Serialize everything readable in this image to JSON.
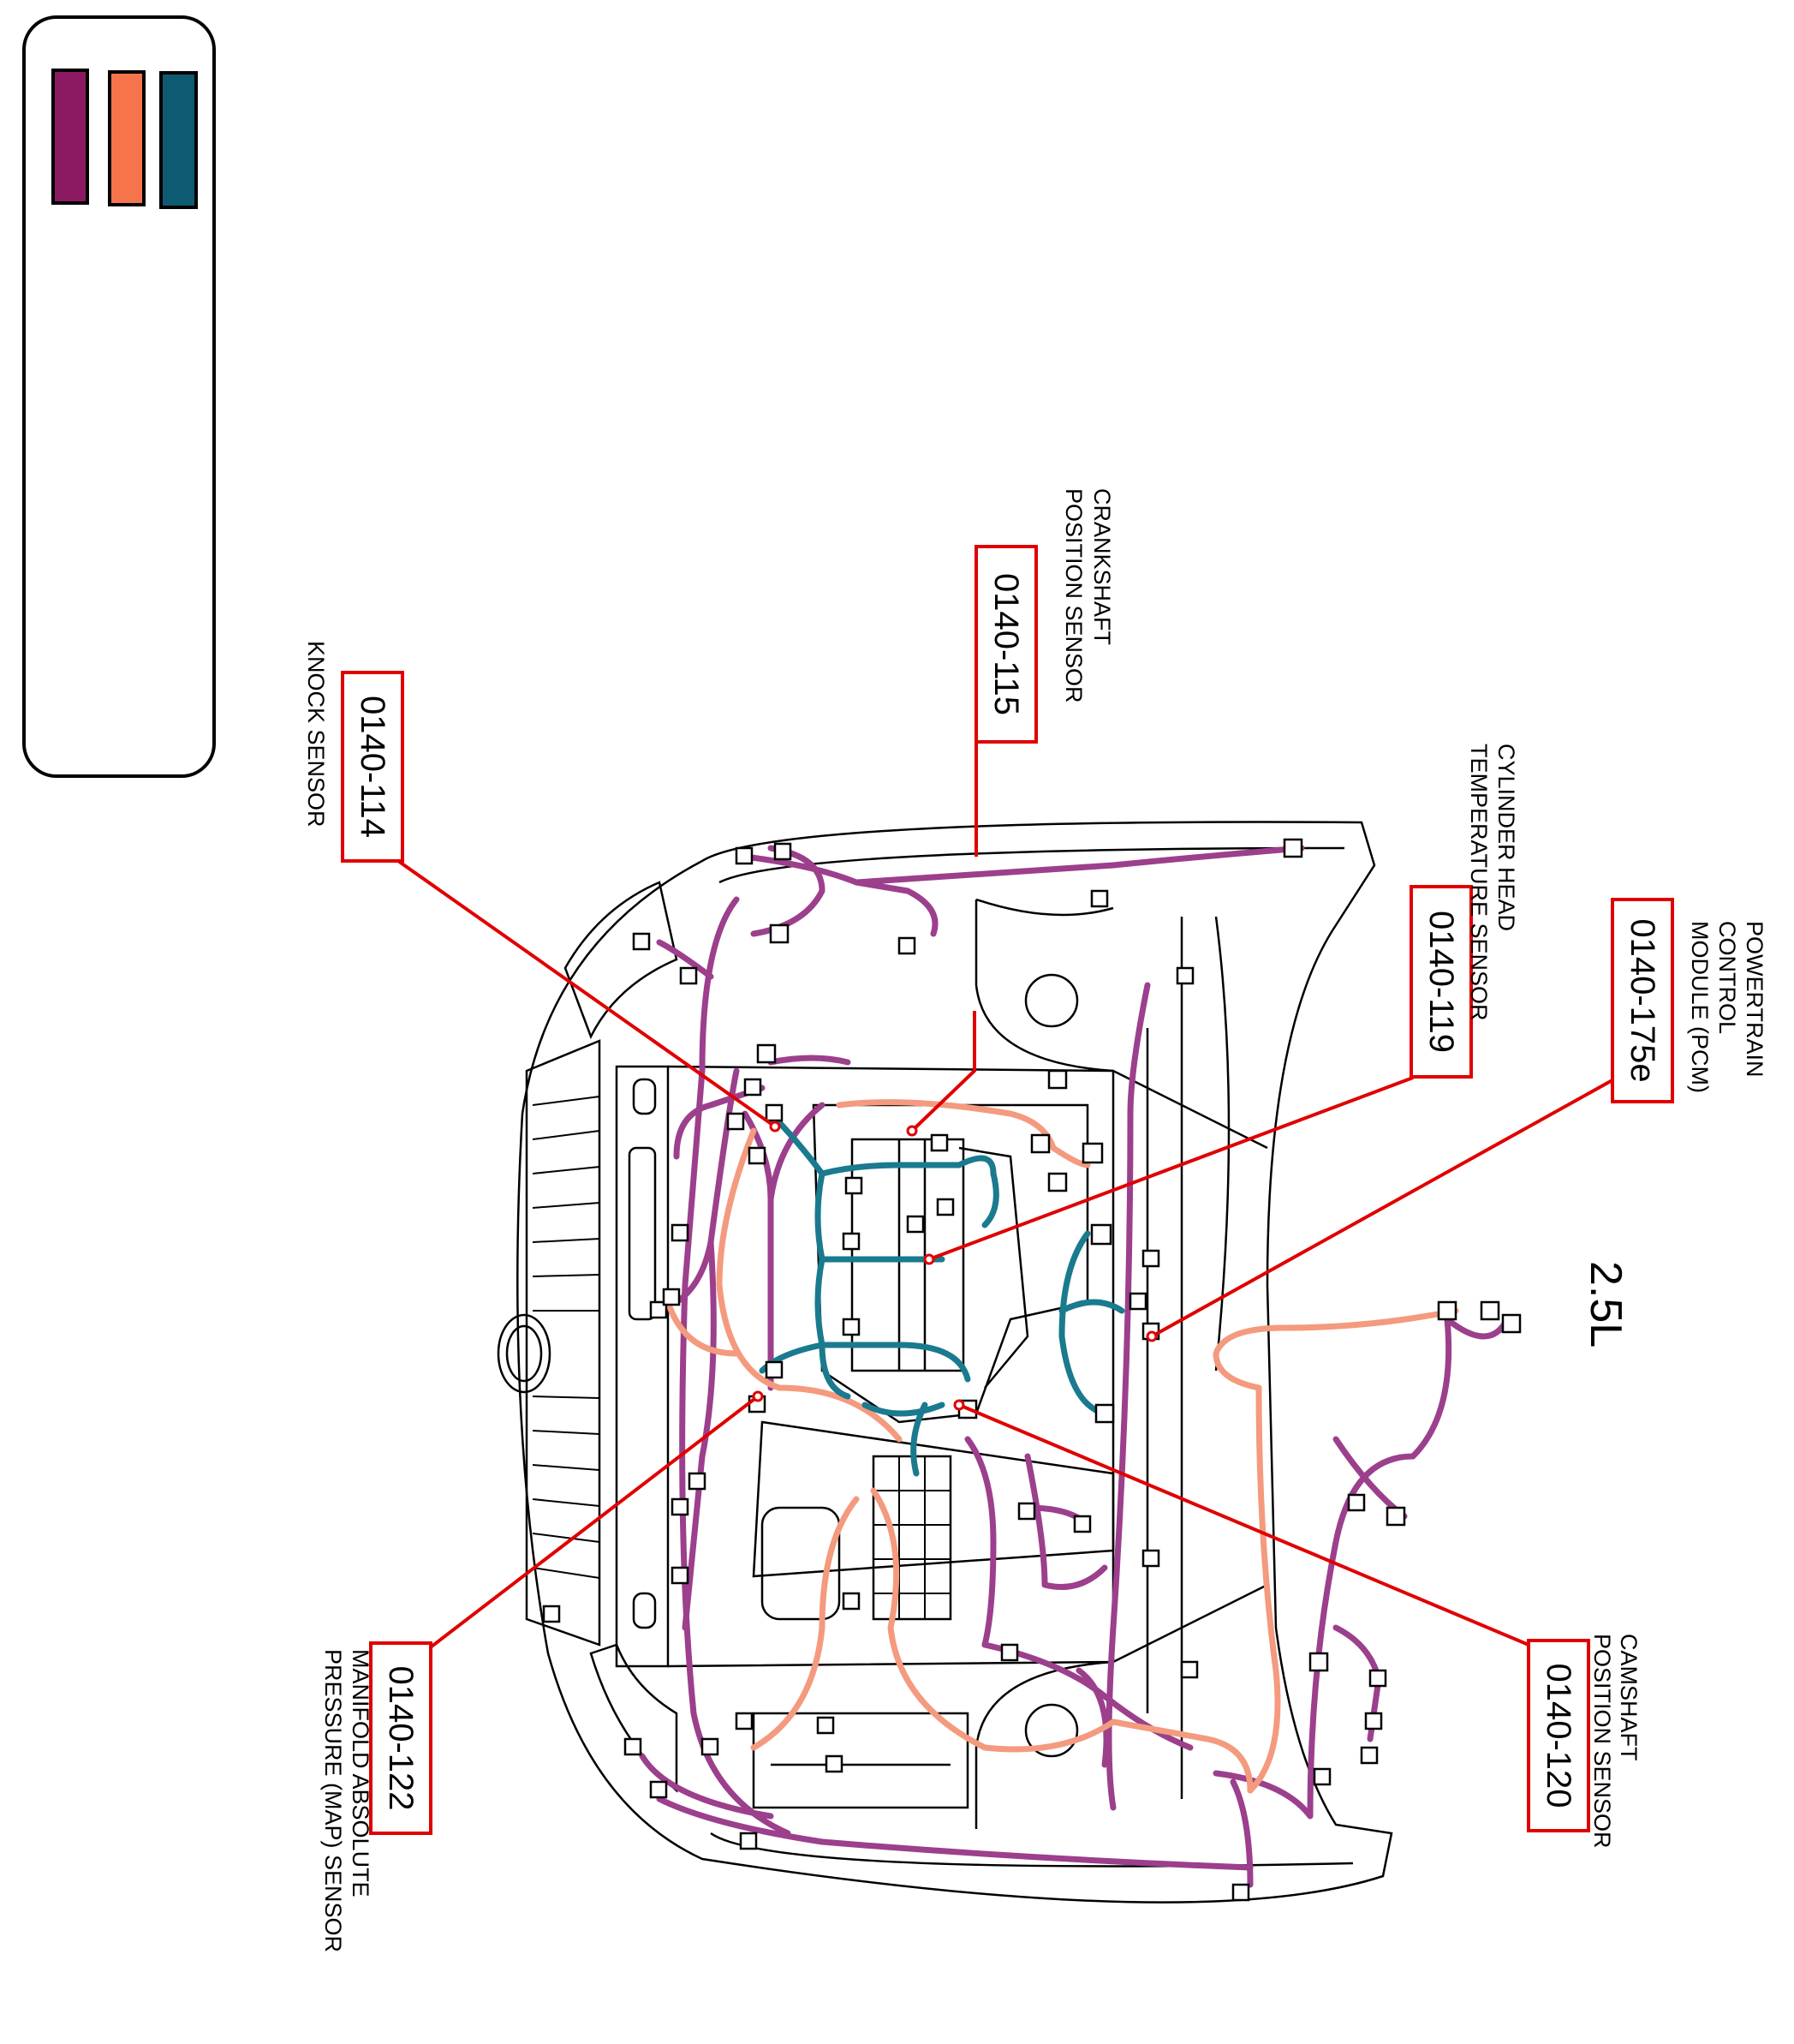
{
  "engine_label": "2.5L",
  "legend": {
    "swatches": [
      {
        "color": "#8c1a62"
      },
      {
        "color": "#f5744c"
      },
      {
        "color": "#0e5a72"
      }
    ]
  },
  "harness_colors": {
    "engine": "#9c3f8c",
    "sensor": "#f49a7e",
    "injector": "#1a7a8e",
    "callout": "#e00000",
    "outline": "#000000"
  },
  "callouts": [
    {
      "id": "knock",
      "code": "0140-114",
      "lines": [
        "KNOCK SENSOR"
      ]
    },
    {
      "id": "crank",
      "code": "0140-115",
      "lines": [
        "CRANKSHAFT",
        "POSITION SENSOR"
      ]
    },
    {
      "id": "cht",
      "code": "0140-119",
      "lines": [
        "CYLINDER HEAD",
        "TEMPERATURE SENSOR"
      ]
    },
    {
      "id": "pcm",
      "code": "0140-175e",
      "lines": [
        "POWERTRAIN",
        "CONTROL",
        "MODULE (PCM)"
      ]
    },
    {
      "id": "cam",
      "code": "0140-120",
      "lines": [
        "CAMSHAFT",
        "POSITION SENSOR"
      ]
    },
    {
      "id": "map",
      "code": "0140-122",
      "lines": [
        "MANIFOLD ABSOLUTE",
        "PRESSURE (MAP) SENSOR"
      ]
    }
  ]
}
